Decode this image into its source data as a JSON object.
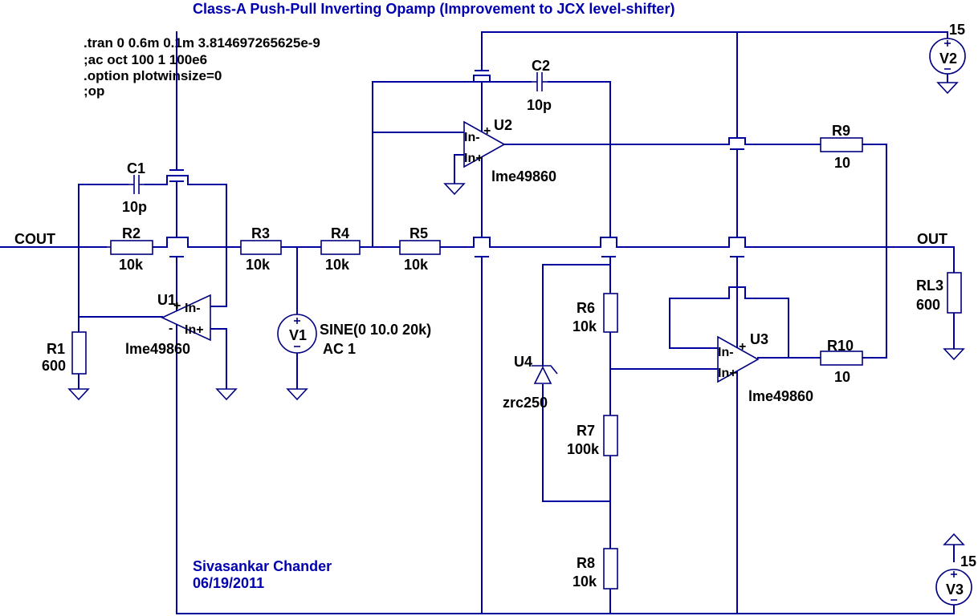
{
  "title": "Class-A Push-Pull Inverting Opamp (Improvement to JCX level-shifter)",
  "directives": [
    ".tran 0 0.6m 0.1m 3.814697265625e-9",
    ";ac oct 100 1 100e6",
    ".option plotwinsize=0",
    ";op"
  ],
  "author": {
    "name": "Sivasankar Chander",
    "date": "06/19/2011"
  },
  "nets": {
    "cout": "COUT",
    "out": "OUT"
  },
  "components": {
    "c1": {
      "ref": "C1",
      "value": "10p"
    },
    "c2": {
      "ref": "C2",
      "value": "10p"
    },
    "r1": {
      "ref": "R1",
      "value": "600"
    },
    "r2": {
      "ref": "R2",
      "value": "10k"
    },
    "r3": {
      "ref": "R3",
      "value": "10k"
    },
    "r4": {
      "ref": "R4",
      "value": "10k"
    },
    "r5": {
      "ref": "R5",
      "value": "10k"
    },
    "r6": {
      "ref": "R6",
      "value": "10k"
    },
    "r7": {
      "ref": "R7",
      "value": "100k"
    },
    "r8": {
      "ref": "R8",
      "value": "10k"
    },
    "r9": {
      "ref": "R9",
      "value": "10"
    },
    "r10": {
      "ref": "R10",
      "value": "10"
    },
    "rl3": {
      "ref": "RL3",
      "value": "600"
    },
    "u1": {
      "ref": "U1",
      "value": "lme49860"
    },
    "u2": {
      "ref": "U2",
      "value": "lme49860"
    },
    "u3": {
      "ref": "U3",
      "value": "lme49860"
    },
    "u4": {
      "ref": "U4",
      "value": "zrc250"
    },
    "v1": {
      "ref": "V1",
      "value": "SINE(0 10.0 20k)",
      "ac": "AC 1"
    },
    "v2": {
      "ref": "V2",
      "value": "15"
    },
    "v3": {
      "ref": "V3",
      "value": "15"
    }
  },
  "pins": {
    "in_minus": "In-",
    "in_plus": "In+",
    "plus": "+",
    "minus": "-"
  }
}
